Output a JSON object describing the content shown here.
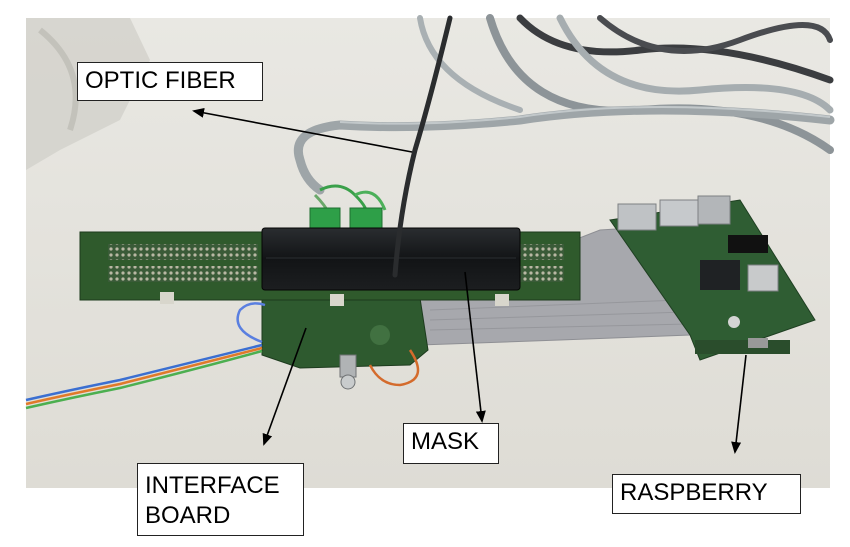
{
  "labels": {
    "optic_fiber": "OPTIC FIBER",
    "mask": "MASK",
    "interface_board": "INTERFACE\nBOARD",
    "raspberry": "RASPBERRY"
  },
  "colors": {
    "background_wall": "#e3e2dc",
    "pcb_green": "#2f5a2c",
    "mask_black": "#121416",
    "ribbon_cable": "#a7a8ad",
    "gray_cable": "#9ea5a8",
    "arrow": "#000000"
  }
}
